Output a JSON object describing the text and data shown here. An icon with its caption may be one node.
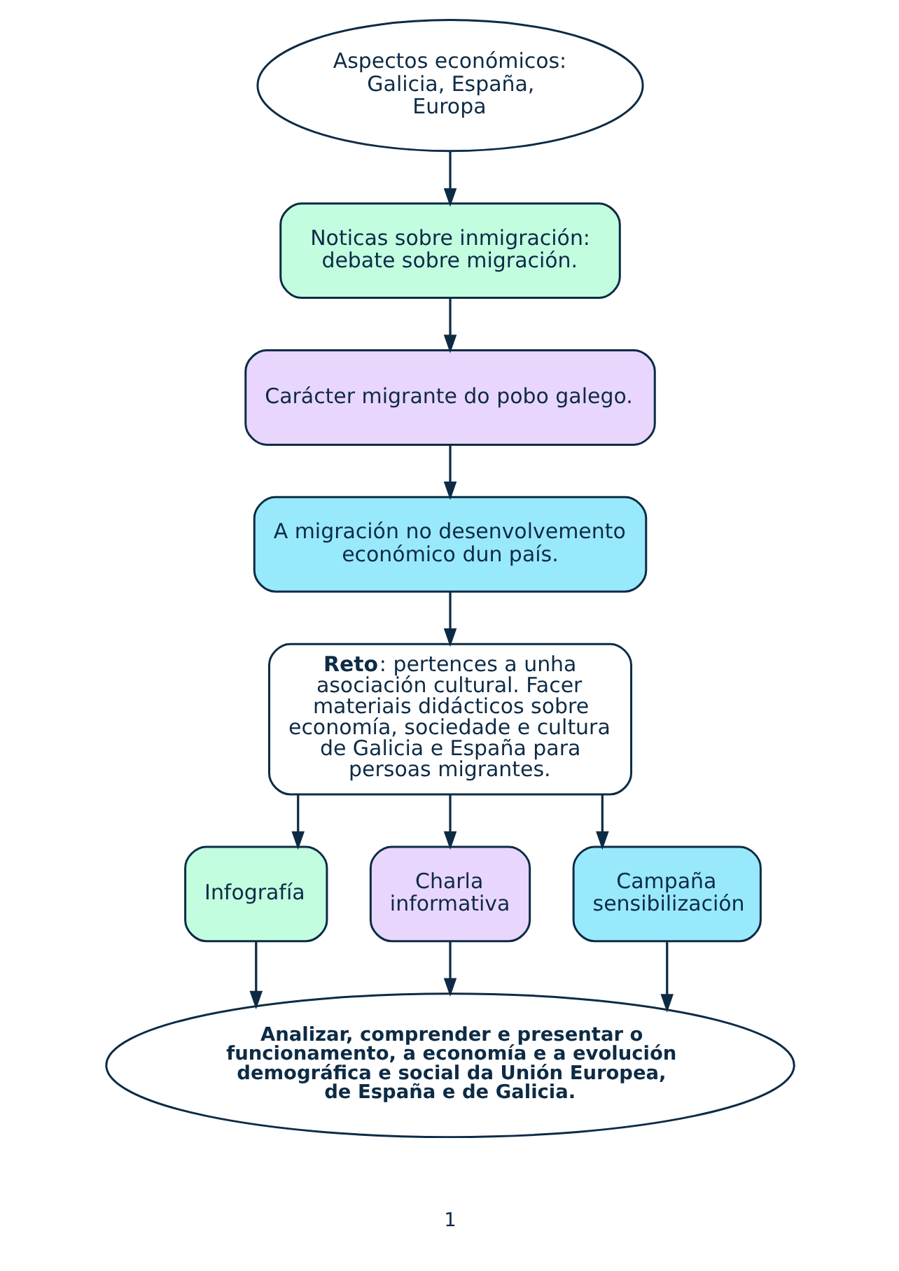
{
  "diagram": {
    "nodes": [
      {
        "text": [
          "Aspectos económicos: Galicia, España, Europa"
        ]
      },
      {
        "text": [
          "Noticas sobre inmigración: debate sobre migración."
        ]
      },
      {
        "text": [
          "Carácter migrante do pobo galego."
        ]
      },
      {
        "text": [
          "A migración no desenvolvemento económico dun país."
        ]
      },
      {
        "text": [
          "**Reto**: pertences a unha asociación cultural. Facer materiais didácticos sobre economía, sociedade e cultura de Galicia e España para persoas migrantes."
        ]
      },
      {
        "text": [
          "Infografía"
        ]
      },
      {
        "text": [
          "Charla informativa"
        ]
      },
      {
        "text": [
          "Campaña sensibilización"
        ]
      },
      {
        "text": [
          "Analizar, comprender e presentar o funcionamento, a economía e a evolución demográfica e social da Unión Europea, de España e de Galicia."
        ]
      }
    ],
    "edges": [
      {
        "from": 0,
        "to": 1,
        "arrow": "to"
      },
      {
        "from": 1,
        "to": 2,
        "arrow": "to"
      },
      {
        "from": 2,
        "to": 3,
        "arrow": "to"
      },
      {
        "from": 3,
        "to": 4,
        "arrow": "to"
      },
      {
        "from": 4,
        "to": 5,
        "arrow": "to"
      },
      {
        "from": 4,
        "to": 6,
        "arrow": "to"
      },
      {
        "from": 4,
        "to": 7,
        "arrow": "to"
      },
      {
        "from": 5,
        "to": 8,
        "arrow": "to"
      },
      {
        "from": 6,
        "to": 8,
        "arrow": "to"
      },
      {
        "from": 7,
        "to": 8,
        "arrow": "to"
      }
    ],
    "labels": [
      "1"
    ]
  }
}
